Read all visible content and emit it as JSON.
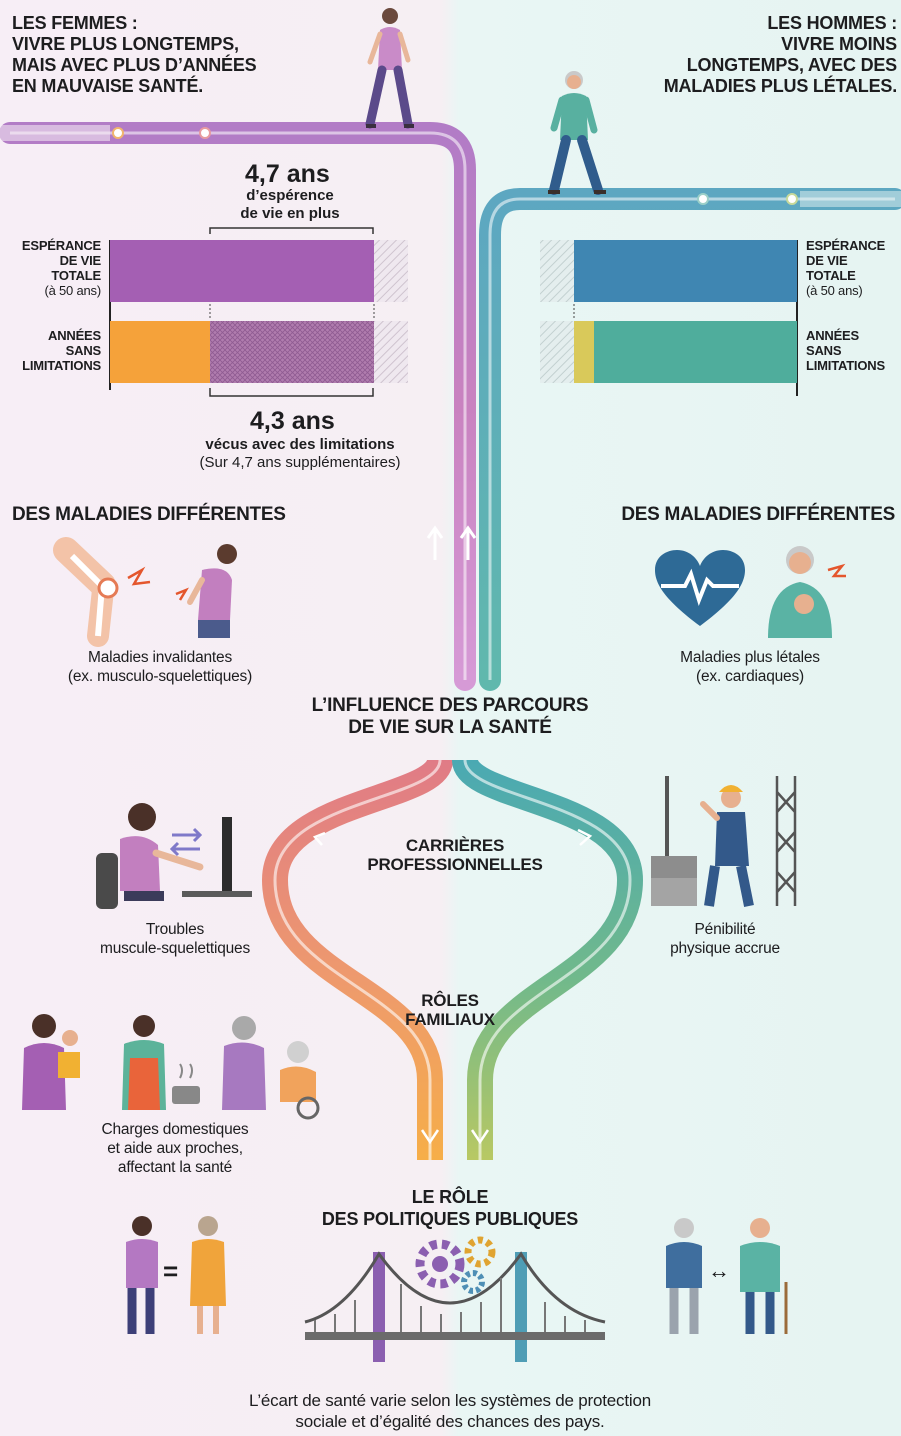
{
  "women": {
    "heading": [
      "LES FEMMES :",
      "VIVRE PLUS LONGTEMPS,",
      "MAIS AVEC PLUS D’ANNÉES",
      "EN MAUVAISE SANTÉ."
    ],
    "extra_value": "4,7 ans",
    "extra_caption": [
      "d’espérence",
      "de vie en plus"
    ],
    "bar1_label": [
      "ESPÉRANCE",
      "DE VIE",
      "TOTALE"
    ],
    "bar1_sub": "(à 50 ans)",
    "bar2_label": [
      "ANNÉES",
      "SANS",
      "LIMITATIONS"
    ],
    "limit_value": "4,3 ans",
    "limit_caption": "vécus avec des limitations",
    "limit_sub": "(Sur 4,7 ans supplémentaires)",
    "diseases_title": "DES MALADIES DIFFÉRENTES",
    "diseases_caption": [
      "Maladies invalidantes",
      "(ex. musculo-squelettiques)"
    ],
    "career_caption": [
      "Troubles",
      "muscule-squelettiques"
    ],
    "family_caption": [
      "Charges domestiques",
      "et aide aux proches,",
      "affectant la santé"
    ]
  },
  "men": {
    "heading": [
      "LES HOMMES :",
      "VIVRE MOINS",
      "LONGTEMPS, AVEC DES",
      "MALADIES PLUS LÉTALES."
    ],
    "bar1_label": [
      "ESPÉRANCE",
      "DE VIE",
      "TOTALE"
    ],
    "bar1_sub": "(à 50 ans)",
    "bar2_label": [
      "ANNÉES",
      "SANS",
      "LIMITATIONS"
    ],
    "diseases_title": "DES MALADIES DIFFÉRENTES",
    "diseases_caption": [
      "Maladies plus létales",
      "(ex. cardiaques)"
    ],
    "career_caption": [
      "Pénibilité",
      "physique accrue"
    ]
  },
  "center": {
    "influence_title": [
      "L’INFLUENCE DES PARCOURS",
      "DE VIE SUR LA SANTÉ"
    ],
    "careers": [
      "CARRIÈRES",
      "PROFESSIONNELLES"
    ],
    "family": [
      "RÔLES",
      "FAMILIAUX"
    ],
    "policy_title": [
      "LE RÔLE",
      "DES POLITIQUES PUBLIQUES"
    ],
    "equal_sign": "=",
    "arrow_sign": "↔",
    "footer": [
      "L’écart de santé varie selon les systèmes de protection",
      "sociale et d’égalité des chances des pays."
    ]
  },
  "colors": {
    "women_bar": "#a45fb3",
    "women_healthy": "#f5a23a",
    "men_bar": "#3f86b2",
    "men_healthy": "#4fad9c",
    "men_accent": "#d9c95a",
    "women_path": "#b87bc4",
    "men_path": "#58a9b7"
  }
}
